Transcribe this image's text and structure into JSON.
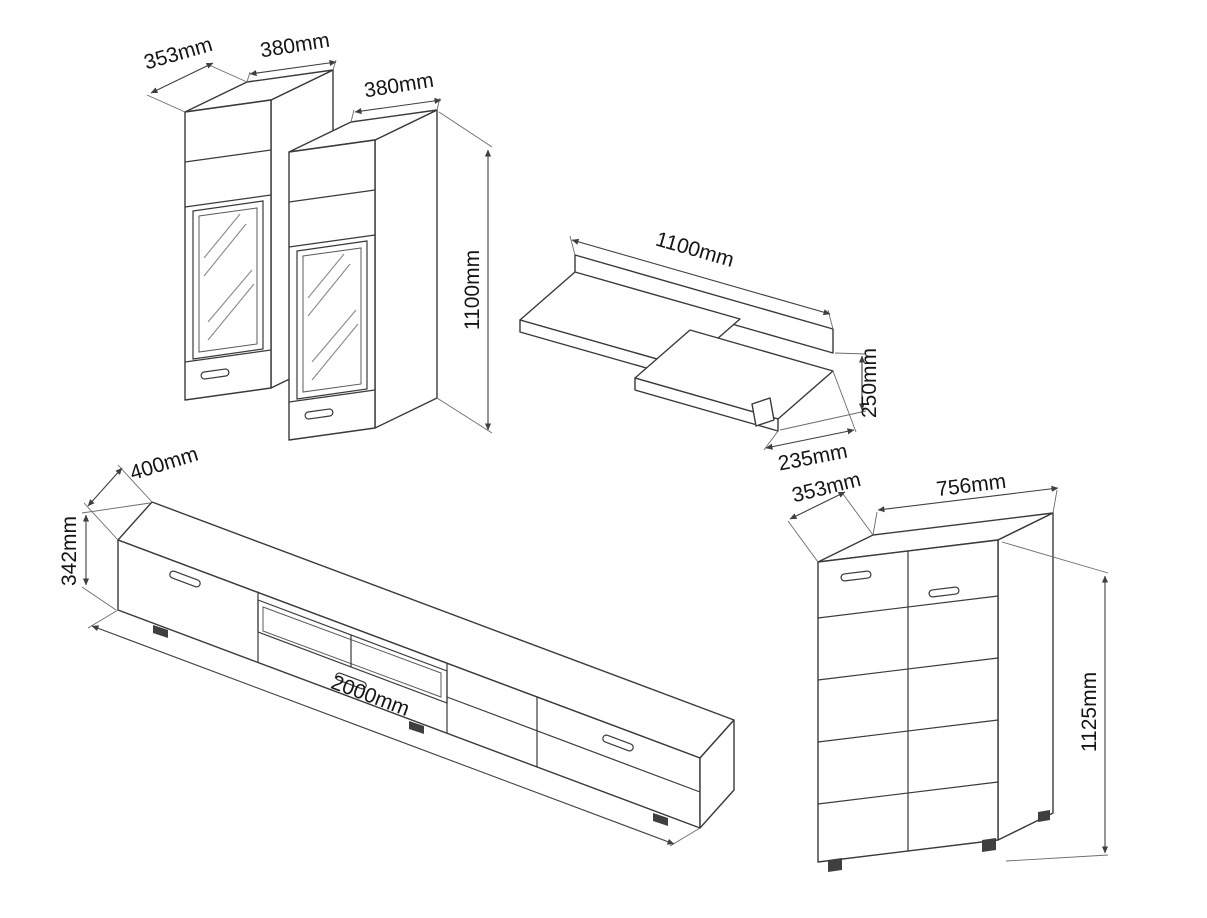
{
  "diagram": {
    "dims": {
      "cabinets": {
        "depth": "353mm",
        "width_left": "380mm",
        "width_right": "380mm",
        "height": "1100mm"
      },
      "shelf": {
        "width": "1100mm",
        "height": "250mm",
        "depth": "235mm"
      },
      "tv_stand": {
        "depth": "400mm",
        "height": "342mm",
        "width": "2000mm"
      },
      "chest": {
        "depth": "353mm",
        "width": "756mm",
        "height": "1125mm"
      }
    }
  }
}
